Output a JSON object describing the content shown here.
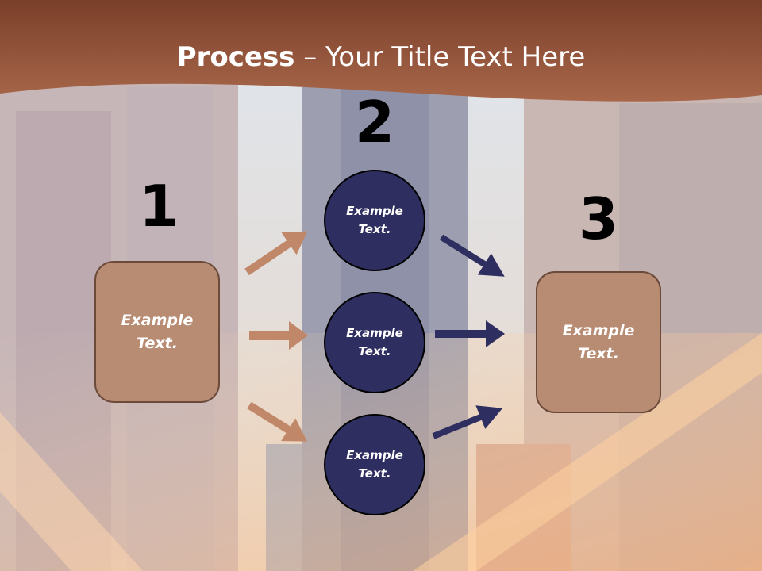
{
  "title": {
    "bold": "Process",
    "rest": " – Your Title Text Here"
  },
  "steps": [
    {
      "number": "1",
      "label_line1": "Example",
      "label_line2": "Text."
    },
    {
      "number": "2"
    },
    {
      "number": "3",
      "label_line1": "Example",
      "label_line2": "Text."
    }
  ],
  "circles": [
    {
      "label_line1": "Example",
      "label_line2": "Text."
    },
    {
      "label_line1": "Example",
      "label_line2": "Text."
    },
    {
      "label_line1": "Example",
      "label_line2": "Text."
    }
  ],
  "colors": {
    "banner": "#8b4a30",
    "box_fill": "#b88b73",
    "box_border": "#6b4a3a",
    "circle_fill": "#2f2e60",
    "arrow_left": "#c08868",
    "arrow_right": "#2f2e60"
  }
}
